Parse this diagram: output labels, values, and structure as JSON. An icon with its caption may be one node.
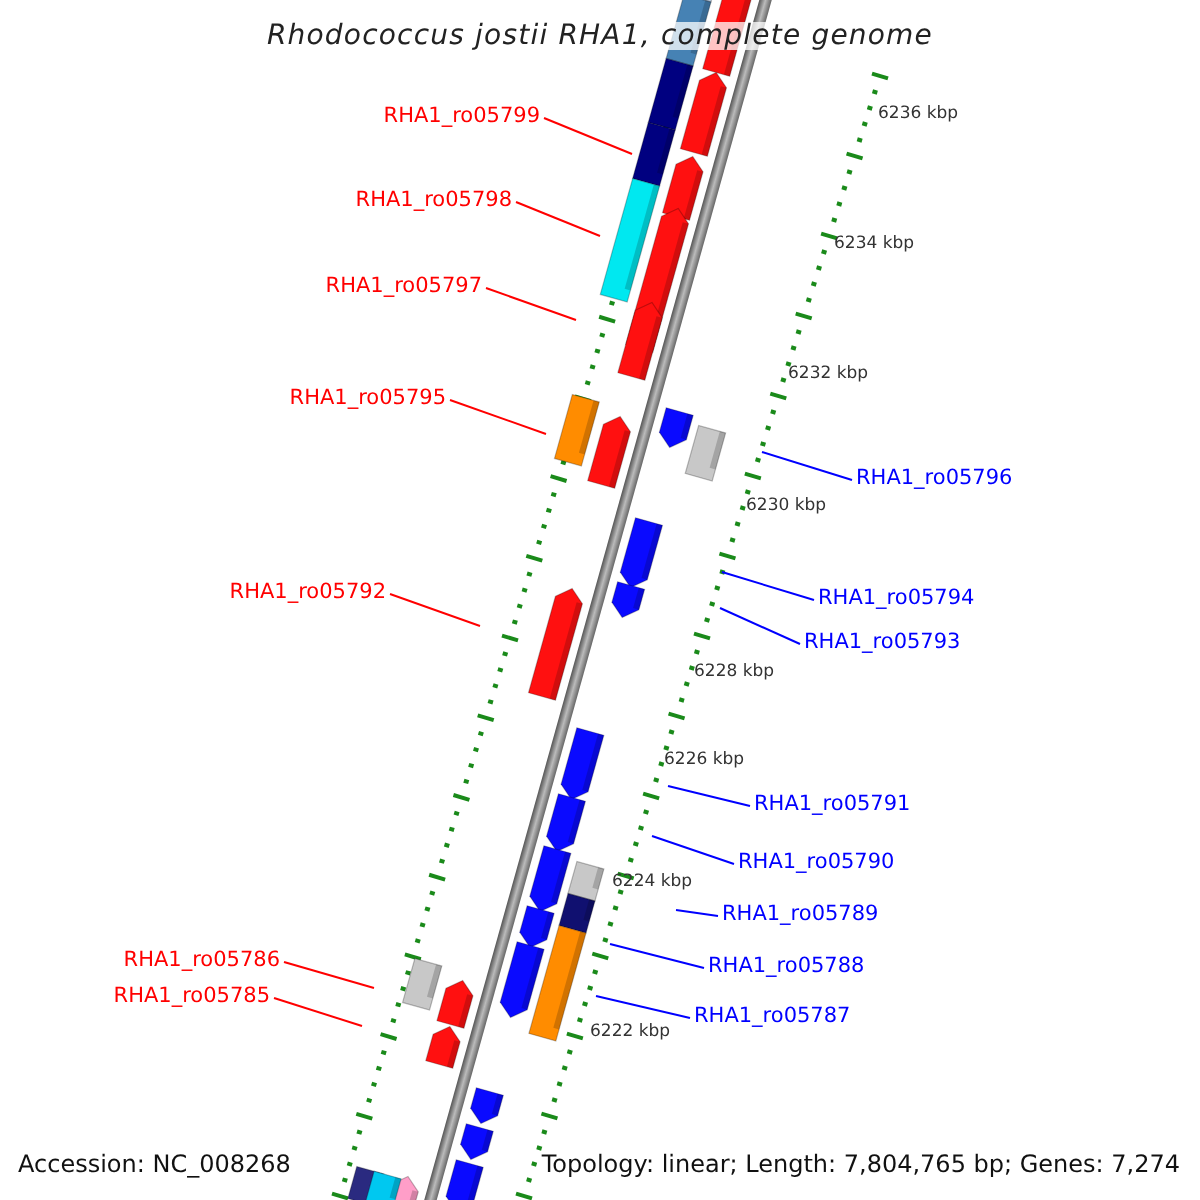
{
  "diagram": {
    "title": "Rhodococcus jostii RHA1, complete genome",
    "nodes": [
      {
        "text": [
          "RHA1_ro05799"
        ]
      },
      {
        "text": [
          "RHA1_ro05798"
        ]
      },
      {
        "text": [
          "RHA1_ro05797"
        ]
      },
      {
        "text": [
          "RHA1_ro05795"
        ]
      },
      {
        "text": [
          "RHA1_ro05796"
        ]
      },
      {
        "text": [
          "RHA1_ro05792"
        ]
      },
      {
        "text": [
          "RHA1_ro05794"
        ]
      },
      {
        "text": [
          "RHA1_ro05793"
        ]
      },
      {
        "text": [
          "RHA1_ro05791"
        ]
      },
      {
        "text": [
          "RHA1_ro05790"
        ]
      },
      {
        "text": [
          "RHA1_ro05789"
        ]
      },
      {
        "text": [
          "RHA1_ro05786"
        ]
      },
      {
        "text": [
          "RHA1_ro05788"
        ]
      },
      {
        "text": [
          "RHA1_ro05785"
        ]
      },
      {
        "text": [
          "RHA1_ro05787"
        ]
      }
    ],
    "edges": [
      {
        "from": 0,
        "to": null,
        "arrow": "none",
        "color": "#ff0000"
      },
      {
        "from": 1,
        "to": null,
        "arrow": "none",
        "color": "#ff0000"
      },
      {
        "from": 2,
        "to": null,
        "arrow": "none",
        "color": "#ff0000"
      },
      {
        "from": 3,
        "to": null,
        "arrow": "none",
        "color": "#ff0000"
      },
      {
        "from": 4,
        "to": null,
        "arrow": "none",
        "color": "#0000ff"
      },
      {
        "from": 5,
        "to": null,
        "arrow": "none",
        "color": "#ff0000"
      },
      {
        "from": 6,
        "to": null,
        "arrow": "none",
        "color": "#0000ff"
      },
      {
        "from": 7,
        "to": null,
        "arrow": "none",
        "color": "#0000ff"
      },
      {
        "from": 8,
        "to": null,
        "arrow": "none",
        "color": "#0000ff"
      },
      {
        "from": 9,
        "to": null,
        "arrow": "none",
        "color": "#0000ff"
      },
      {
        "from": 10,
        "to": null,
        "arrow": "none",
        "color": "#0000ff"
      },
      {
        "from": 11,
        "to": null,
        "arrow": "none",
        "color": "#ff0000"
      },
      {
        "from": 12,
        "to": null,
        "arrow": "none",
        "color": "#0000ff"
      },
      {
        "from": 13,
        "to": null,
        "arrow": "none",
        "color": "#ff0000"
      },
      {
        "from": 14,
        "to": null,
        "arrow": "none",
        "color": "#0000ff"
      }
    ],
    "labels": [
      "6236 kbp",
      "6234 kbp",
      "6232 kbp",
      "6230 kbp",
      "6228 kbp",
      "6226 kbp",
      "6224 kbp",
      "6222 kbp",
      "Accession: NC_008268",
      "Topology: linear; Length: 7,804,765 bp; Genes: 7,274"
    ]
  }
}
